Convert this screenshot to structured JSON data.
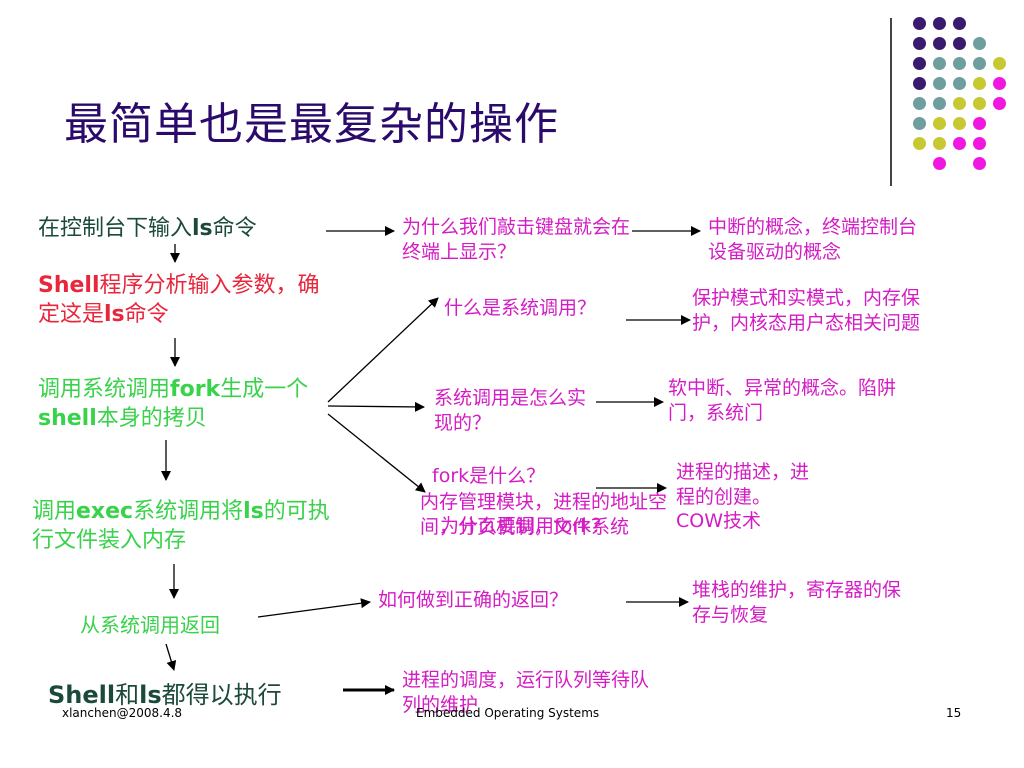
{
  "slide": {
    "title": "最简单也是最复杂的操作",
    "steps": {
      "s1": {
        "pre": "在控制台下输入",
        "b1": "ls",
        "post": "命令"
      },
      "s2": {
        "b1": "Shell",
        "mid": "程序分析输入参数，确定这是",
        "b2": "ls",
        "post": "命令"
      },
      "s3": {
        "pre": "调用系统调用",
        "b1": "fork",
        "mid": "生成一个",
        "b2": "shell",
        "post": "本身的拷贝"
      },
      "s4": {
        "pre": "调用",
        "b1": "exec",
        "mid": "系统调用将",
        "b2": "ls",
        "post": "的可执行文件装入内存"
      },
      "s5": {
        "text": "从系统调用返回"
      },
      "s6": {
        "b1": "Shell",
        "mid": "和",
        "b2": "ls",
        "post": "都得以执行"
      }
    },
    "questions": {
      "q1": "为什么我们敲击键盘就会在终端上显示？",
      "q2": "什么是系统调用？",
      "q3": "系统调用是怎么实现的？",
      "q4": "fork是什么？",
      "q5": "为什么要调用fork？",
      "q6": "内存管理模块，进程的地址空间，分页机制，文件系统",
      "q7": "如何做到正确的返回？",
      "q8": "进程的调度，运行队列等待队列的维护"
    },
    "answers": {
      "a1": "中断的概念，终端控制台设备驱动的概念",
      "a2": "保护模式和实模式，内存保护，内核态用户态相关问题",
      "a3": "软中断、异常的概念。陷阱门，系统门",
      "a4": "进程的描述，进程的创建。COW技术",
      "a5": "堆栈的维护，寄存器的保存与恢复"
    },
    "footer": {
      "left": "xlanchen@2008.4.8",
      "center": "Embedded Operating Systems",
      "page": "15"
    }
  },
  "colors": {
    "purple": "#3a1a6e",
    "teal": "#6e9e9e",
    "olive": "#c8c832",
    "magenta": "#f018e0"
  }
}
